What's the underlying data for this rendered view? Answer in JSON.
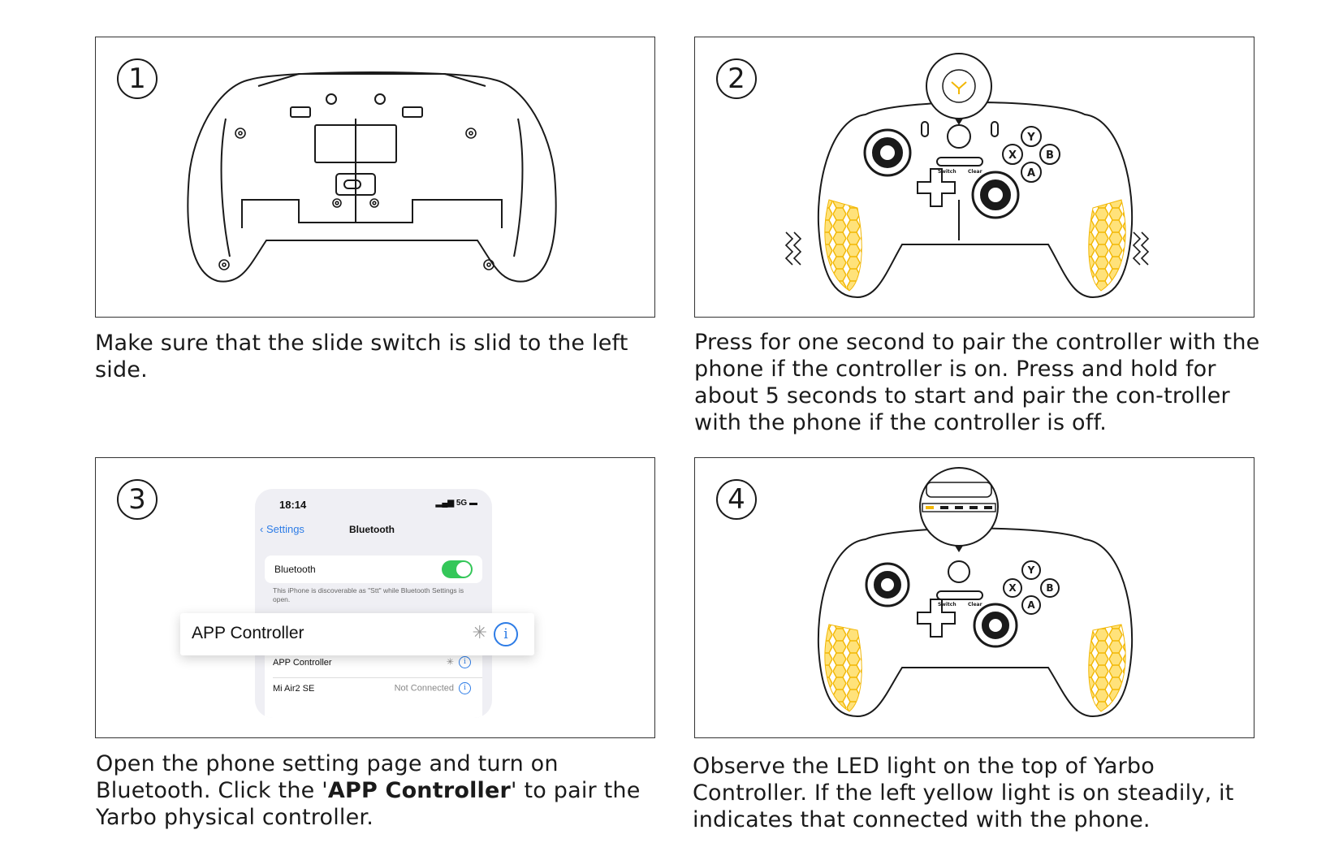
{
  "steps": [
    {
      "number": "1",
      "caption": "Make sure that the slide switch is slid to the left side."
    },
    {
      "number": "2",
      "caption": "Press for one second to pair the controller with the phone if the controller is on. Press and hold for about 5 seconds to start and pair the con-troller with the phone if the controller is off."
    },
    {
      "number": "3",
      "caption_before": "Open the phone setting page and turn on Bluetooth.  Click the '",
      "caption_bold": "APP Controller",
      "caption_after": "' to pair the Yarbo physical controller."
    },
    {
      "number": "4",
      "caption": "Observe the LED light on the top of Yarbo Controller. If the left yellow light is on steadily, it indicates that connected with the phone."
    }
  ],
  "phone": {
    "time": "18:14",
    "signal": "5G",
    "back_label": "Settings",
    "title": "Bluetooth",
    "bluetooth_label": "Bluetooth",
    "bluetooth_on": true,
    "note": "This iPhone is discoverable as \"Stt\" while Bluetooth Settings is open.",
    "devices": [
      {
        "name": "APP Controller",
        "status": ""
      },
      {
        "name": "Mi Air2 SE",
        "status": "Not Connected"
      }
    ],
    "popup_label": "APP Controller"
  },
  "controller_labels": {
    "switch": "Switch",
    "clear": "Clear",
    "y": "Y",
    "x": "X",
    "b": "B",
    "a": "A"
  },
  "colors": {
    "accent_yellow": "#f2b705",
    "border": "#333333",
    "ios_blue": "#2d7ce6",
    "ios_green": "#34c759"
  }
}
